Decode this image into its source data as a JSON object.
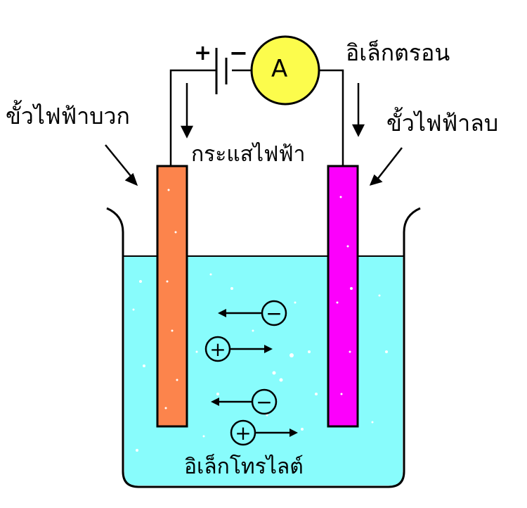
{
  "labels": {
    "electron": "อิเล็กตรอน",
    "positive_electrode": "ขั้วไฟฟ้าบวก",
    "negative_electrode": "ขั้วไฟฟ้าลบ",
    "current": "กระแสไฟฟ้า",
    "electrolyte": "อิเล็กโทรไลต์",
    "battery_plus": "+",
    "battery_minus": "−",
    "ammeter": "A"
  },
  "ions": [
    {
      "sign": "−",
      "direction": "left"
    },
    {
      "sign": "+",
      "direction": "right"
    },
    {
      "sign": "−",
      "direction": "left"
    },
    {
      "sign": "+",
      "direction": "right"
    }
  ],
  "colors": {
    "electrolyte": "#88FCFC",
    "anode": "#FC844C",
    "cathode": "#FC00FC",
    "ammeter": "#FCFC4C",
    "line": "#000000"
  }
}
